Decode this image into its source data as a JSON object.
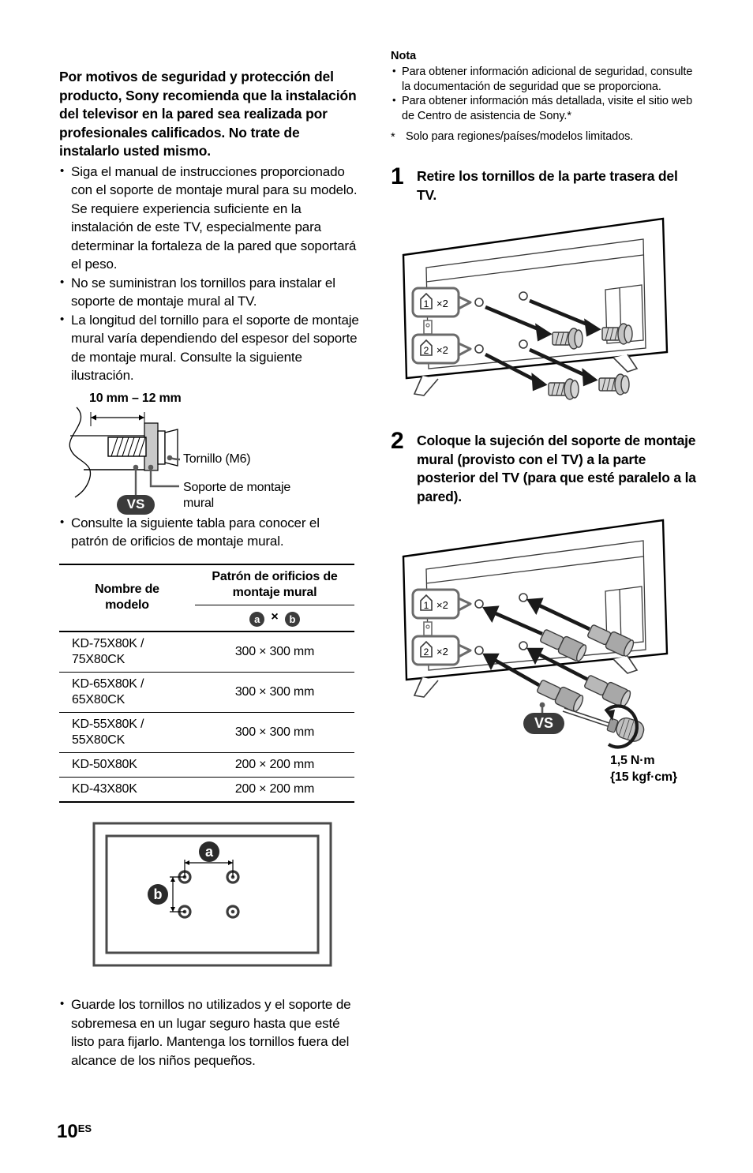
{
  "left_column": {
    "lead_paragraph": "Por motivos de seguridad y protección del producto, Sony recomienda que la instalación del televisor en la pared sea realizada por profesionales calificados. No trate de instalarlo usted mismo.",
    "bullets": [
      "Siga el manual de instrucciones proporcionado con el soporte de montaje mural para su modelo. Se requiere experiencia suficiente en la instalación de este TV, especialmente para determinar la fortaleza de la pared que soportará el peso.",
      "No se suministran los tornillos para instalar el soporte de montaje mural al TV.",
      "La longitud del tornillo para el soporte de montaje mural varía dependiendo del espesor del soporte de montaje mural. Consulte la siguiente ilustración."
    ],
    "screw_diagram": {
      "dimension_label": "10 mm – 12 mm",
      "label_screw": "Tornillo (M6)",
      "label_bracket_line1": "Soporte de montaje",
      "label_bracket_line2": "mural",
      "vs_badge": "VS"
    },
    "table_intro_bullet": "Consulte la siguiente tabla para conocer el patrón de orificios de montaje mural.",
    "table": {
      "header_col1_line1": "Nombre de",
      "header_col1_line2": "modelo",
      "header_col2_line1": "Patrón de orificios de",
      "header_col2_line2": "montaje mural",
      "header_col2_sub_a": "a",
      "header_col2_sub_times": "×",
      "header_col2_sub_b": "b",
      "rows": [
        {
          "model_line1": "KD-75X80K /",
          "model_line2": "75X80CK",
          "pattern": "300 × 300 mm"
        },
        {
          "model_line1": "KD-65X80K /",
          "model_line2": "65X80CK",
          "pattern": "300 × 300 mm"
        },
        {
          "model_line1": "KD-55X80K /",
          "model_line2": "55X80CK",
          "pattern": "300 × 300 mm"
        },
        {
          "model_line1": "KD-50X80K",
          "model_line2": "",
          "pattern": "200 × 200 mm"
        },
        {
          "model_line1": "KD-43X80K",
          "model_line2": "",
          "pattern": "200 × 200 mm"
        }
      ]
    },
    "hole_figure": {
      "label_a": "a",
      "label_b": "b"
    },
    "closing_bullet": "Guarde los tornillos no utilizados y el soporte de sobremesa en un lugar seguro hasta que esté listo para fijarlo. Mantenga los tornillos fuera del alcance de los niños pequeños."
  },
  "right_column": {
    "note_title": "Nota",
    "note_bullets": [
      "Para obtener información adicional de seguridad, consulte la documentación de seguridad que se proporciona.",
      "Para obtener información más detallada, visite el sitio web de Centro de asistencia de Sony.*"
    ],
    "footnote_star": "*",
    "footnote_text": "Solo para regiones/países/modelos limitados.",
    "steps": [
      {
        "number": "1",
        "text": "Retire los tornillos de la parte trasera del TV.",
        "callouts": [
          {
            "icon_number": "1",
            "count": "×2"
          },
          {
            "icon_number": "2",
            "count": "×2"
          }
        ]
      },
      {
        "number": "2",
        "text": "Coloque la sujeción del soporte de montaje mural (provisto con el TV) a la parte posterior del TV (para que esté paralelo a la pared).",
        "callouts": [
          {
            "icon_number": "1",
            "count": "×2"
          },
          {
            "icon_number": "2",
            "count": "×2"
          }
        ],
        "vs_badge": "VS",
        "torque_line1": "1,5 N·m",
        "torque_line2": "{15 kgf·cm}"
      }
    ]
  },
  "footer": {
    "page_number": "10",
    "page_suffix": "ES"
  },
  "colors": {
    "ink": "#000000",
    "badge_dark": "#3b3b3b",
    "line_gray": "#5a5a5a",
    "fill_gray": "#c9c9c9",
    "metal_gray": "#9a9a9a"
  }
}
